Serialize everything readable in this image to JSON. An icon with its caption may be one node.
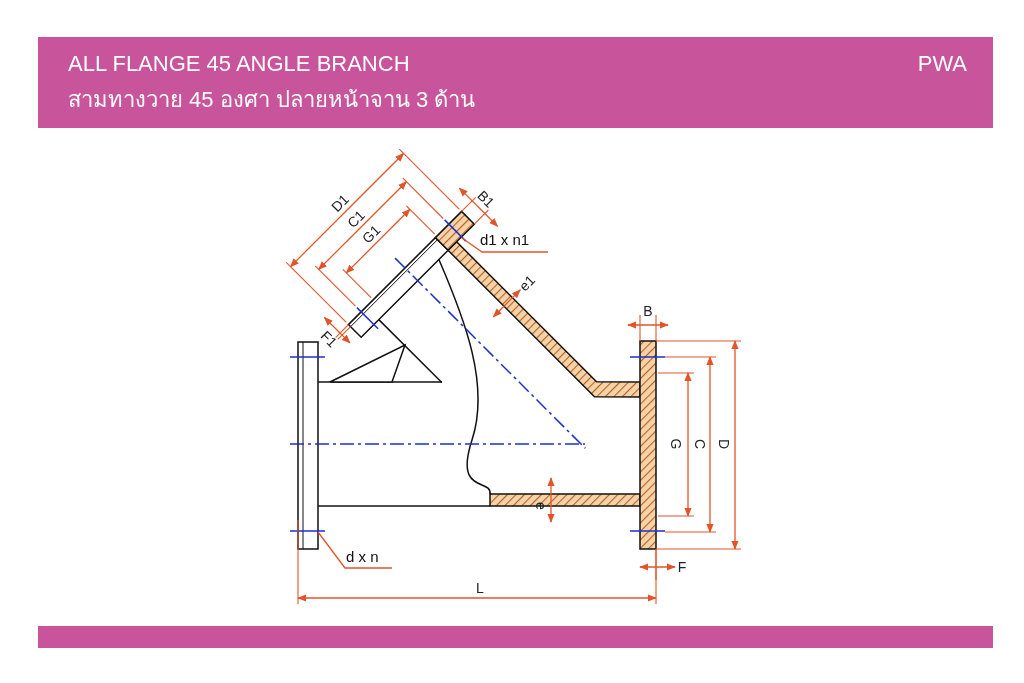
{
  "diagram": {
    "nodes": [
      {
        "text": [
          "ALL FLANGE 45 ANGLE BRANCH",
          "สามทางวาย 45 องศา ปลายหน้าจาน 3 ด้าน",
          "PWA"
        ]
      },
      {
        "text": [
          "d1 x n1"
        ]
      },
      {
        "text": [
          "d x n"
        ]
      }
    ],
    "edges": [
      {
        "from": 1,
        "to": null,
        "arrow": "none"
      },
      {
        "from": 2,
        "to": null,
        "arrow": "none"
      }
    ],
    "labels": [
      "D1",
      "B1",
      "C1",
      "G1",
      "F1",
      "e1",
      "B",
      "G",
      "C",
      "D",
      "e",
      "F",
      "L"
    ]
  }
}
